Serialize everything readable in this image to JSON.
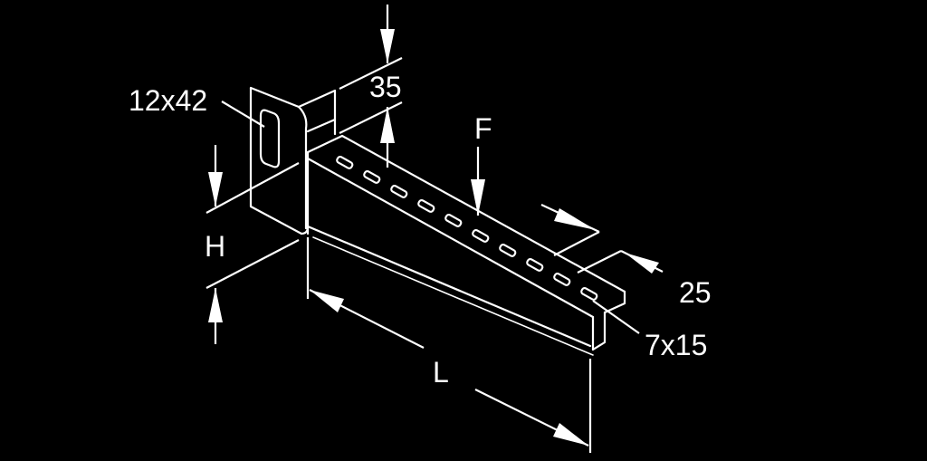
{
  "labels": {
    "slot_back": "12x42",
    "thickness": "35",
    "force": "F",
    "height": "H",
    "width": "25",
    "slot_arm": "7x15",
    "length": "L"
  }
}
